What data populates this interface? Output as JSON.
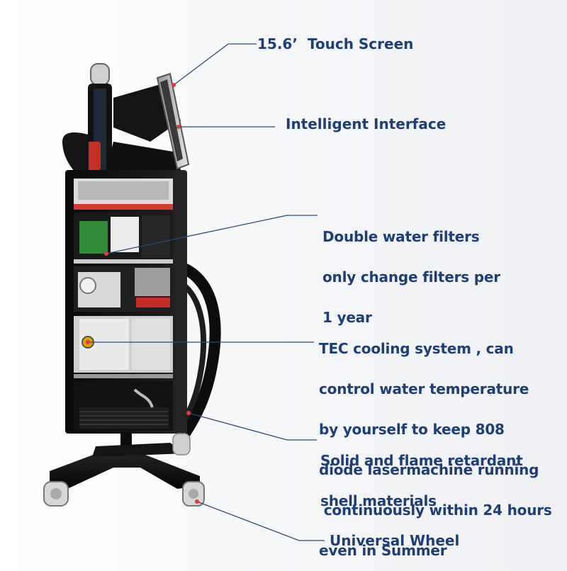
{
  "colors": {
    "label_text": "#1d3f78",
    "leader_line": "#2c4a7a",
    "marker_dot": "#e23b3b",
    "machine_body": "#111111",
    "background": "#f3f4f6"
  },
  "callouts": [
    {
      "id": "touch-screen",
      "text": "15.6’  Touch Screen"
    },
    {
      "id": "intelligent-interface",
      "text": "Intelligent Interface"
    },
    {
      "id": "water-filters",
      "lines": [
        "Double water filters",
        "only change filters per",
        "1 year"
      ]
    },
    {
      "id": "tec-cooling",
      "lines": [
        "TEC cooling system , can",
        "control water temperature",
        "by yourself to keep 808",
        "diode lasermachine running",
        " continuously within 24 hours",
        "even in Summer"
      ]
    },
    {
      "id": "shell-materials",
      "lines": [
        "Solid and flame retardant",
        "shell materials"
      ]
    },
    {
      "id": "universal-wheel",
      "text": "Universal Wheel"
    }
  ]
}
